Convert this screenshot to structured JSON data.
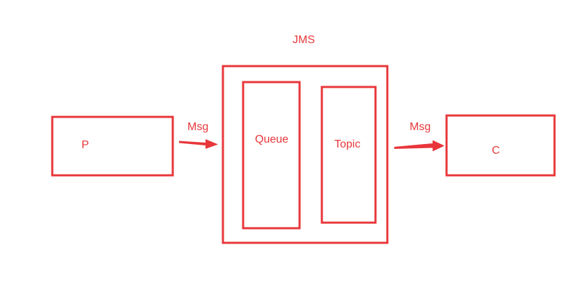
{
  "colors": {
    "stroke": "#e8363a",
    "text": "#e8363a",
    "background": "#ffffff"
  },
  "diagram": {
    "broker": {
      "label": "JMS"
    },
    "producer": {
      "label": "P"
    },
    "consumer": {
      "label": "C"
    },
    "queue": {
      "label": "Queue"
    },
    "topic": {
      "label": "Topic"
    },
    "message_in": {
      "label": "Msg"
    },
    "message_out": {
      "label": "Msg"
    }
  }
}
